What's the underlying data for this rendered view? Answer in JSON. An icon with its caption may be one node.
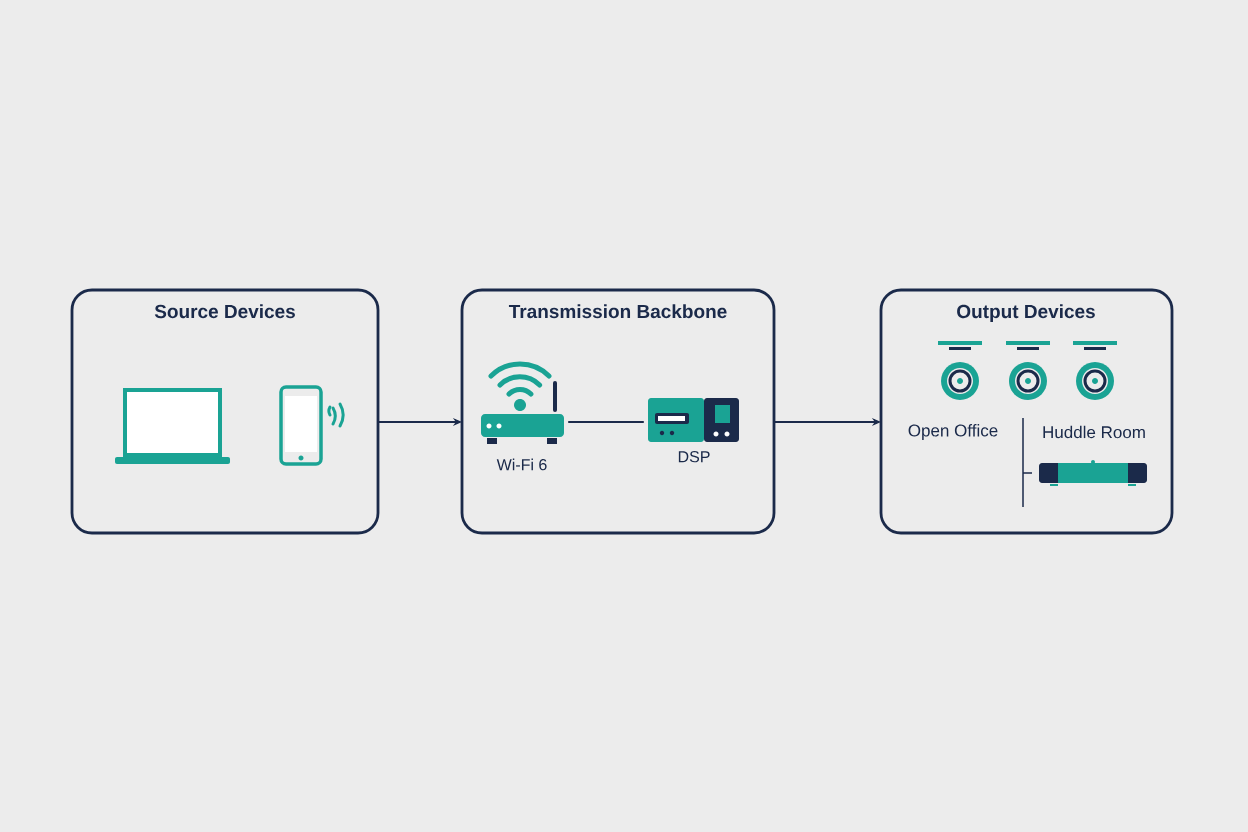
{
  "diagram": {
    "nodes": [
      {
        "text": [
          "Source Devices"
        ]
      },
      {
        "text": [
          "Transmission Backbone"
        ]
      },
      {
        "text": [
          "Output Devices"
        ]
      },
      {
        "text": [
          "Wi-Fi 6"
        ],
        "in": 1
      },
      {
        "text": [
          "DSP"
        ],
        "in": 1
      }
    ],
    "edges": [
      {
        "from": 0,
        "to": 1,
        "arrow": "to"
      },
      {
        "from": 1,
        "to": 2,
        "arrow": "to"
      },
      {
        "from": 3,
        "to": 4,
        "arrow": "none"
      }
    ],
    "labels": [
      "Open Office",
      "Huddle Room"
    ]
  }
}
